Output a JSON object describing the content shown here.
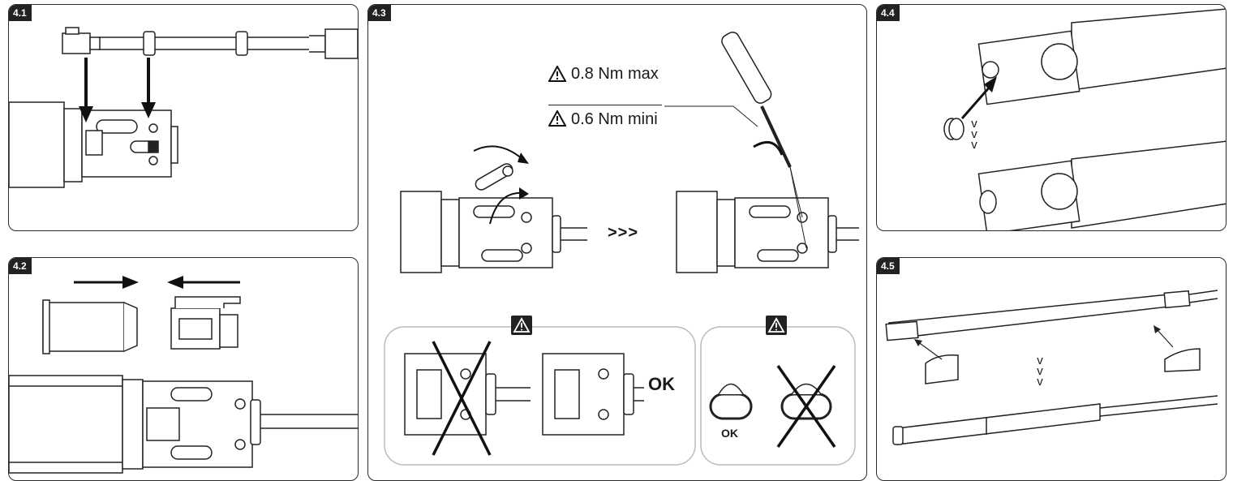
{
  "panels": [
    {
      "id": "4.1",
      "label": "4.1"
    },
    {
      "id": "4.2",
      "label": "4.2"
    },
    {
      "id": "4.3",
      "label": "4.3"
    },
    {
      "id": "4.4",
      "label": "4.4"
    },
    {
      "id": "4.5",
      "label": "4.5"
    }
  ],
  "panel43": {
    "torque_max": "0.8 Nm max",
    "torque_min": "0.6 Nm mini",
    "sequence_arrows": ">>>",
    "ok_label_left": "OK",
    "ok_label_right": "OK"
  },
  "panel44": {
    "chevrons": [
      "v",
      "v",
      "v"
    ]
  },
  "panel45": {
    "chevrons": [
      "v",
      "v",
      "v"
    ]
  },
  "icons": [
    "warning-triangle-icon",
    "screwdriver-icon",
    "rotate-arrow-icon",
    "cross-mark-icon"
  ]
}
